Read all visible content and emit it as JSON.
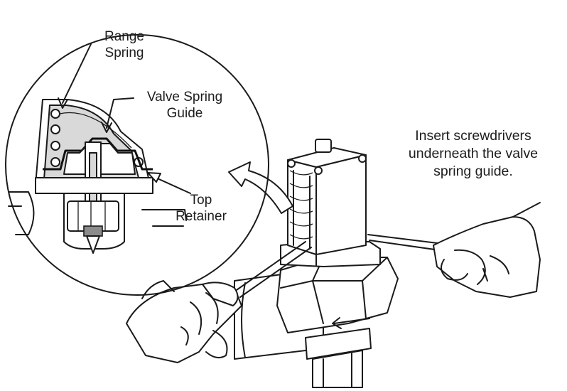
{
  "labels": {
    "range_spring": [
      "Range",
      "Spring"
    ],
    "valve_spring_guide": [
      "Valve Spring",
      "Guide"
    ],
    "top_retainer": [
      "Top",
      "Retainer"
    ],
    "instruction": [
      "Insert screwdrivers",
      "underneath the valve",
      "spring guide."
    ]
  },
  "icons": [
    "curved-arrow-icon",
    "pointer-arrow-icon"
  ],
  "colors": {
    "line": "#1a1a1a",
    "background": "#ffffff",
    "shade": "#d9d9d9"
  }
}
